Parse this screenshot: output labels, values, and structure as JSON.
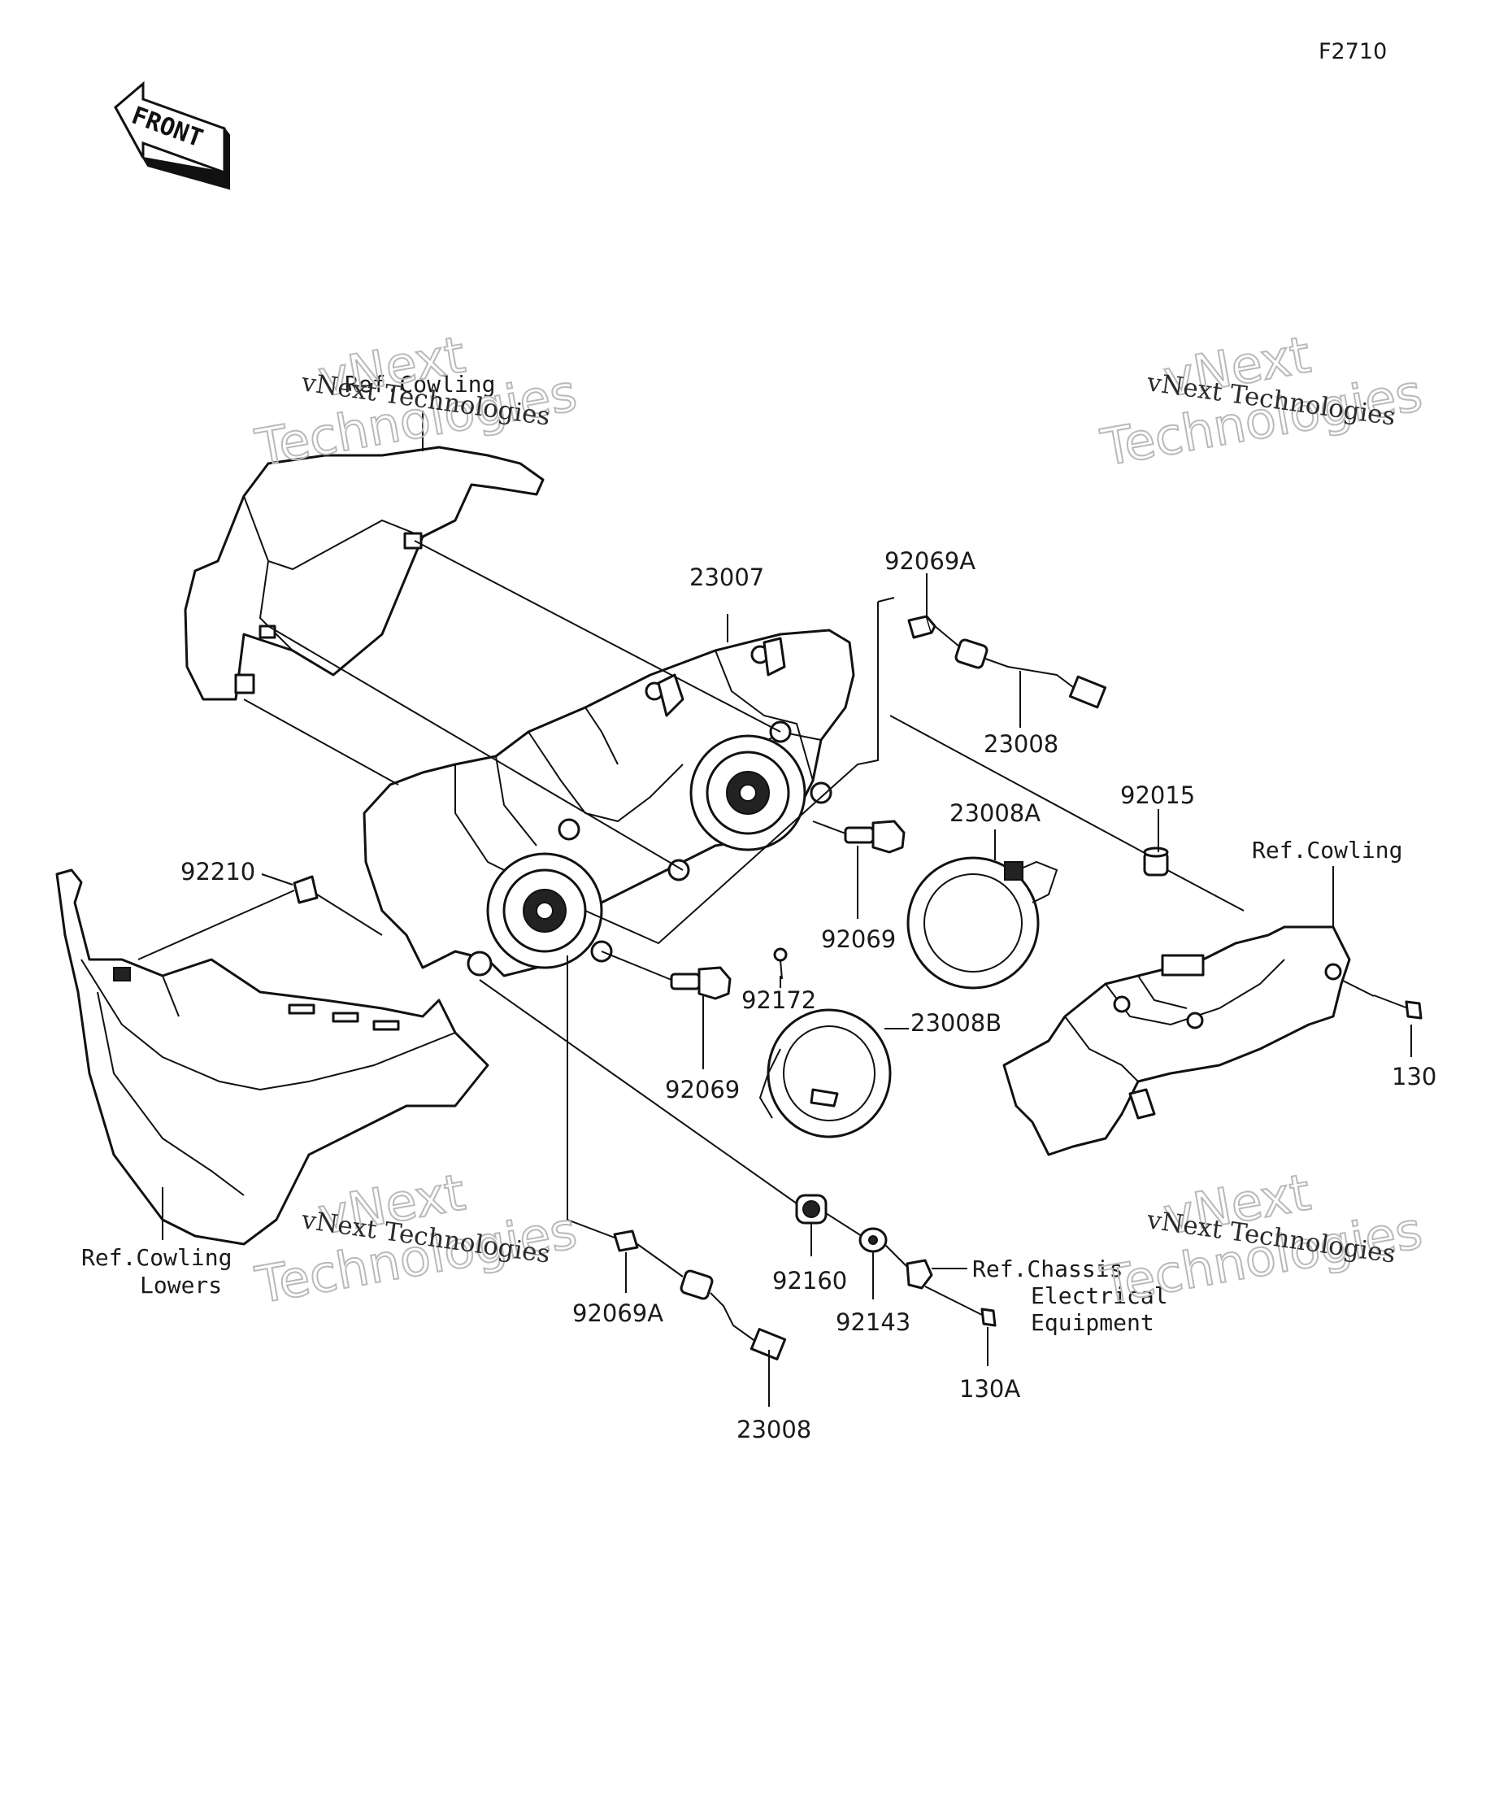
{
  "figure_code": "F2710",
  "front_arrow_label": "FRONT",
  "watermark": {
    "line_small": "vNext Technologies",
    "line_big_1": "vNext",
    "line_big_2": "Technologies"
  },
  "parts": {
    "p23007": "23007",
    "p92069A_top": "92069A",
    "p23008_top": "23008",
    "p23008A": "23008A",
    "p92015": "92015",
    "p92210": "92210",
    "p92069_mid": "92069",
    "p92172": "92172",
    "p92069_low": "92069",
    "p23008B": "23008B",
    "p130": "130",
    "p92160": "92160",
    "p92143": "92143",
    "p130A": "130A",
    "p92069A_bottom": "92069A",
    "p23008_bottom": "23008"
  },
  "references": {
    "cowling_top": "Ref.Cowling",
    "cowling_right": "Ref.Cowling",
    "cowling_lowers_1": "Ref.Cowling",
    "cowling_lowers_2": "Lowers",
    "chassis_1": "Ref.Chassis",
    "chassis_2": "Electrical",
    "chassis_3": "Equipment"
  }
}
